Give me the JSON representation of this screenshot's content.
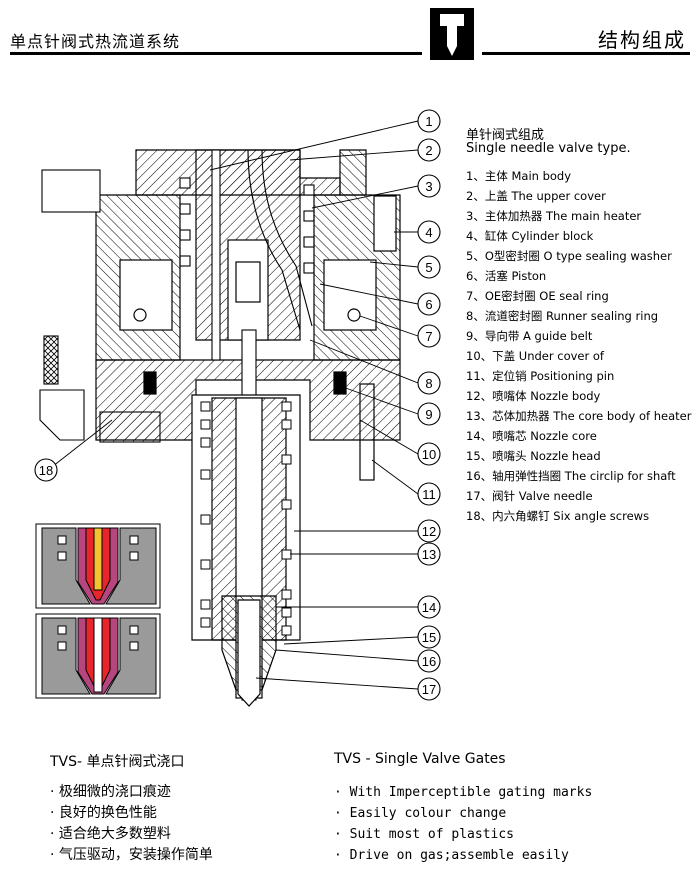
{
  "header": {
    "title_cn": "单点针阀式热流道系统",
    "section_title": "结构组成"
  },
  "legend": {
    "title_cn": "单针阀式组成",
    "title_en": "Single needle valve type.",
    "items": [
      "1、主体 Main body",
      "2、上盖 The upper cover",
      "3、主体加热器 The main heater",
      "4、缸体 Cylinder block",
      "5、O型密封圈 O type sealing washer",
      "6、活塞 Piston",
      "7、OE密封圈 OE seal ring",
      "8、流道密封圈 Runner sealing ring",
      "9、导向带 A guide belt",
      "10、下盖 Under cover of",
      "11、定位销 Positioning pin",
      "12、喷嘴体 Nozzle body",
      "13、芯体加热器 The core body of heater",
      "14、喷嘴芯 Nozzle core",
      "15、喷嘴头 Nozzle head",
      "16、轴用弹性挡圈 The circlip for shaft",
      "17、阀针 Valve needle",
      "18、内六角螺钉 Six angle screws"
    ]
  },
  "callouts": [
    "1",
    "2",
    "3",
    "4",
    "5",
    "6",
    "7",
    "8",
    "9",
    "10",
    "11",
    "12",
    "13",
    "14",
    "15",
    "16",
    "17",
    "18"
  ],
  "features": {
    "title_cn": "TVS- 单点针阀式浇口",
    "title_en": "TVS - Single Valve Gates",
    "cn": [
      "· 极细微的浇口痕迹",
      "· 良好的换色性能",
      "· 适合绝大多数塑料",
      "· 气压驱动，安装操作简单"
    ],
    "en": [
      "· With Imperceptible gating marks",
      "· Easily colour change",
      "· Suit most of plastics",
      "· Drive on gas;assemble easily"
    ]
  },
  "colors": {
    "ink": "#000000",
    "melt": "#e8252a",
    "gate_magenta": "#b5467e",
    "insert_gray": "#9a9a9a"
  }
}
